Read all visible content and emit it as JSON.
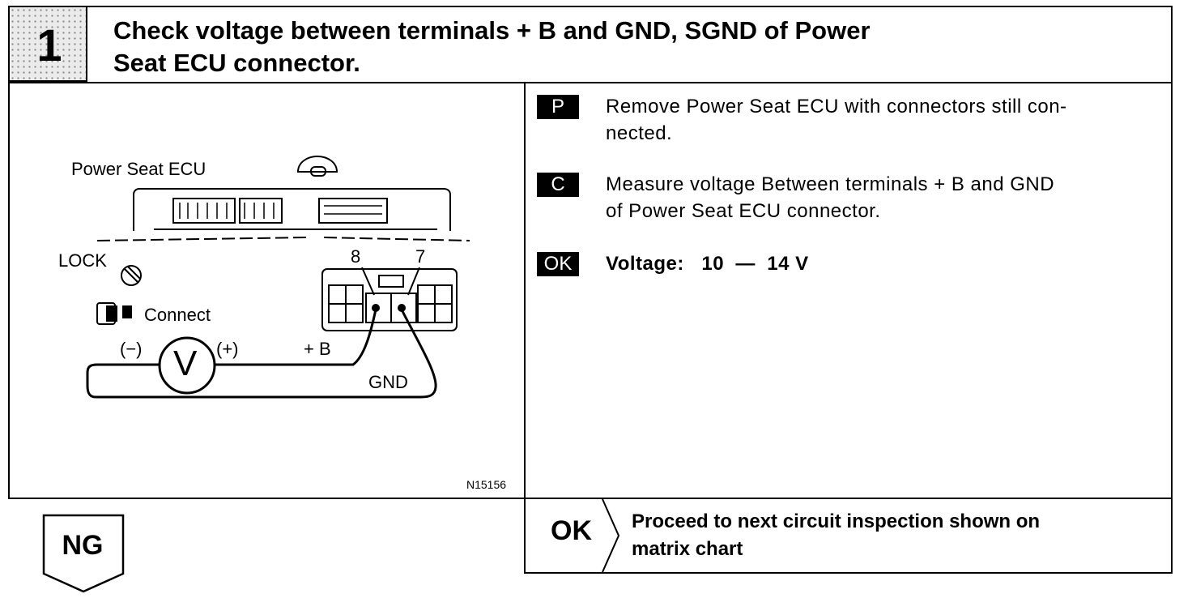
{
  "header": {
    "step_number": "1",
    "title_line1": "Check voltage between terminals  + B and GND, SGND of Power",
    "title_line2": "Seat ECU connector."
  },
  "diagram": {
    "ecu_label": "Power Seat ECU",
    "lock_label": "LOCK",
    "connect_label": "Connect",
    "pin8": "8",
    "pin7": "7",
    "minus_label": "(−)",
    "plus_label": "(+)",
    "meter_symbol": "V",
    "b_label": "+ B",
    "gnd_label": "GND",
    "figure_id": "N15156"
  },
  "steps": [
    {
      "tag": "P",
      "text_line1": "Remove Power Seat ECU with connectors still con-",
      "text_line2": "nected."
    },
    {
      "tag": "C",
      "text_line1": "Measure voltage Between terminals  + B and GND",
      "text_line2": "of Power Seat ECU connector."
    },
    {
      "tag": "OK",
      "text": "Voltage:   10  —  14 V"
    }
  ],
  "result": {
    "ok_label": "OK",
    "ok_text_line1": "Proceed to next circuit inspection shown on",
    "ok_text_line2": "matrix chart",
    "ng_label": "NG"
  }
}
